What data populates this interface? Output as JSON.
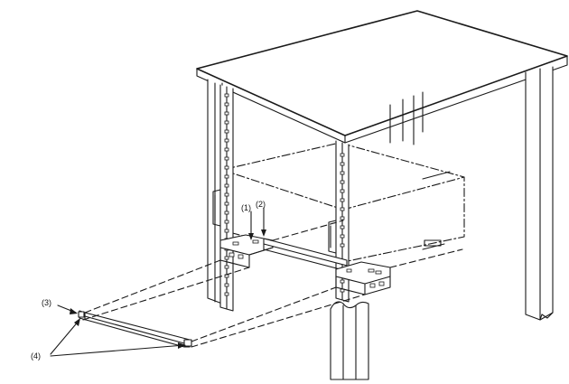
{
  "callouts": {
    "c1": "(1)",
    "c2": "(2)",
    "c3": "(3)",
    "c4": "(4)"
  },
  "colors": {
    "line": "#1a1a1a",
    "background": "#ffffff"
  }
}
